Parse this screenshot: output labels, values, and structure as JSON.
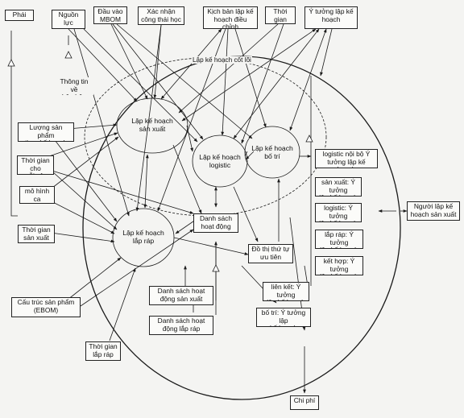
{
  "nodes": {
    "phai_sinh": "Phái sinh",
    "nguon_luc": "Nguồn lực",
    "dau_vao_mbom": "Đầu vào\nMBOM",
    "xac_nhan": "Xác nhận\ncông thái học",
    "kich_ban": "Kịch bản lập kế\nhoạch điều chỉnh",
    "thoi_gian_chu_ky": "Thời gian\nchu kỳ",
    "y_tuong": "Ý tưởng lập kế\nhoạch",
    "thong_tin_bo_phan": "Thông tin về\nbộ phận thô",
    "luong_san_pham": "Lượng sản phẩm\ntheo kế hoạch",
    "thoi_gian_cho": "Thời gian cho\nmỗi sản phẩm",
    "mo_hinh_ca": "mô hình ca\nlàm việc",
    "thoi_gian_sx": "Thời gian\nsản xuất",
    "cau_truc": "Cấu trúc sản phẩm\n(EBOM)",
    "thoi_gian_lap_rap": "Thời gian\nlắp ráp",
    "ds_hoat_dong_sx": "Danh sách hoạt\nđộng sản xuất",
    "ds_hoat_dong_lr": "Danh sách hoạt\nđộng lắp ráp",
    "nguoi_lap": "Người lập kế\nhoạch sản xuất",
    "chi_phi": "Chi phí",
    "ds_hoat_dong": "Danh sách\nhoạt động",
    "do_thi": "Đồ thị thứ tự\nưu tiên",
    "logistic_noi_bo": "logistic nội bộ Ý\ntưởng lập kế hoạch",
    "san_xuat_y": "sản xuất: Ý tưởng\nlập kế hoạch",
    "logistic_y": "logistic: Ý tưởng\nlập kế hoạch",
    "lap_rap_y": "lắp ráp: Ý tưởng\nlập kế hoạch",
    "ket_hop_y": "kết hợp: Ý tưởng\nlập kế hoạch",
    "lien_ket_y": "liên kết: Ý tưởng\nlập kế hoạch",
    "bo_tri_y": "bố trí: Ý tưởng lập\nkế hoạch"
  },
  "processes": {
    "lkh_san_xuat": "Lập kế hoạch\nsản xuất",
    "lkh_logistic": "Lập kế hoạch\nlogistic",
    "lkh_bo_tri": "Lập kế hoạch\nbố trí",
    "lkh_lap_rap": "Lập kế hoạch\nlắp ráp"
  },
  "labels": {
    "cot_loi": "Lập kế hoạch cốt lõi"
  },
  "colors": {
    "line": "#1a1a1a",
    "box_fill": "#fbfbf9",
    "background": "#f4f4f2"
  }
}
